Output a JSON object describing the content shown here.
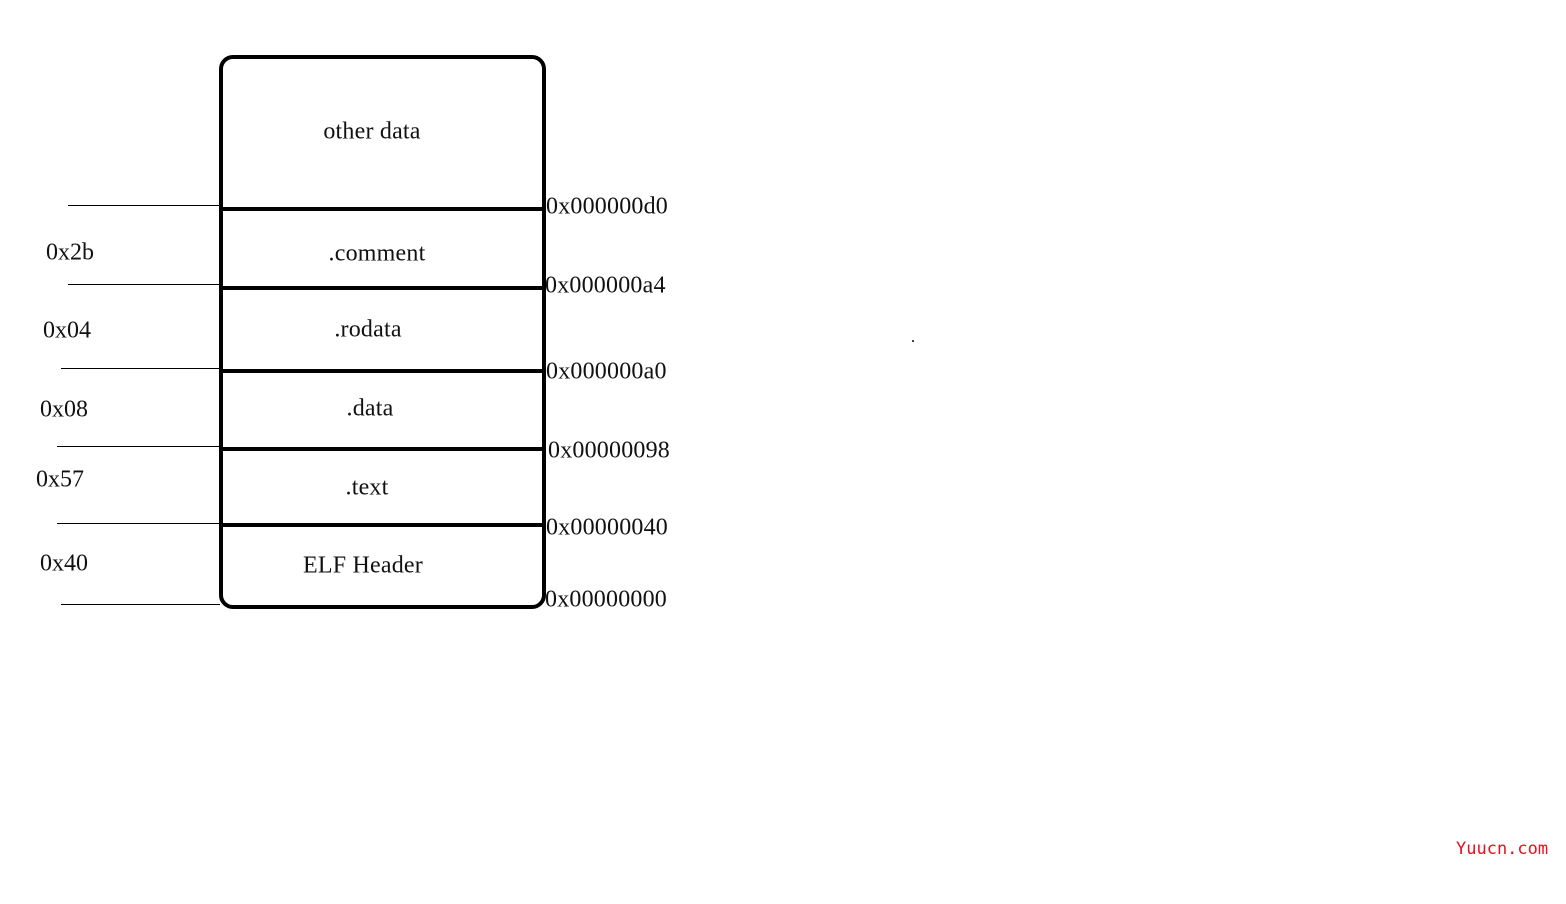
{
  "sections": [
    {
      "name": "other data"
    },
    {
      "name": ".comment",
      "size": "0x2b"
    },
    {
      "name": ".rodata",
      "size": "0x04"
    },
    {
      "name": ".data",
      "size": "0x08"
    },
    {
      "name": ".text",
      "size": "0x57"
    },
    {
      "name": "ELF Header",
      "size": "0x40"
    }
  ],
  "offsets": [
    "0x000000d0",
    "0x000000a4",
    "0x000000a0",
    "0x00000098",
    "0x00000040",
    "0x00000000"
  ],
  "watermark": "Yuucn.com"
}
